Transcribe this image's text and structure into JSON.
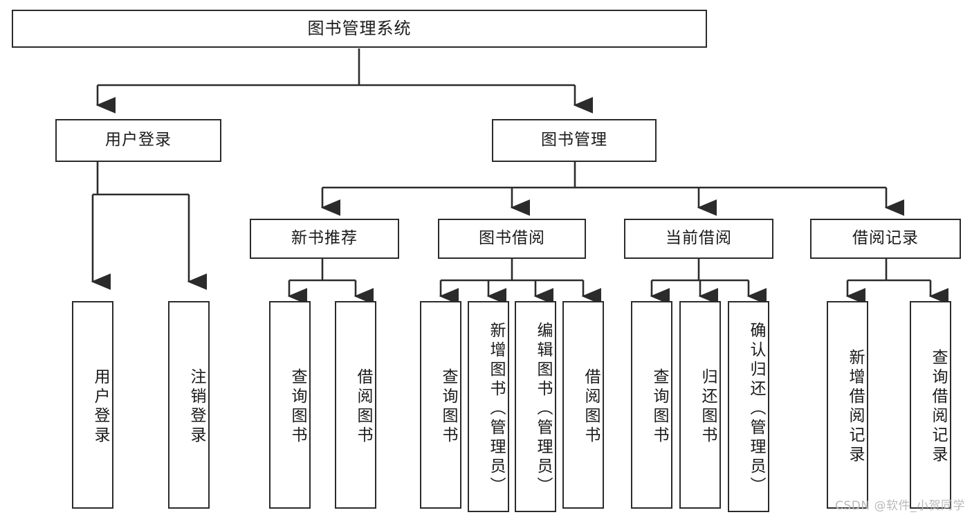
{
  "diagram": {
    "title": "图书管理系统",
    "type": "tree-hierarchy",
    "background_color": "#ffffff",
    "stroke_color": "#2b2b2b",
    "text_color": "#1a1a1a",
    "root": {
      "label": "图书管理系统"
    },
    "level2": [
      {
        "label": "用户登录"
      },
      {
        "label": "图书管理"
      }
    ],
    "level3": [
      {
        "label": "新书推荐"
      },
      {
        "label": "图书借阅"
      },
      {
        "label": "当前借阅"
      },
      {
        "label": "借阅记录"
      }
    ],
    "leaves": {
      "user_login": [
        {
          "label": "用户登录"
        },
        {
          "label": "注销登录"
        }
      ],
      "new_book_recommend": [
        {
          "label": "查询图书"
        },
        {
          "label": "借阅图书"
        }
      ],
      "book_borrow": [
        {
          "label": "查询图书"
        },
        {
          "label": "新增图书（管理员）"
        },
        {
          "label": "编辑图书（管理员）"
        },
        {
          "label": "借阅图书"
        }
      ],
      "current_borrow": [
        {
          "label": "查询图书"
        },
        {
          "label": "归还图书"
        },
        {
          "label": "确认归还（管理员）"
        }
      ],
      "borrow_records": [
        {
          "label": "新增借阅记录"
        },
        {
          "label": "查询借阅记录"
        }
      ]
    }
  },
  "watermark": {
    "text": "CSDN @软件_小贺同学"
  }
}
